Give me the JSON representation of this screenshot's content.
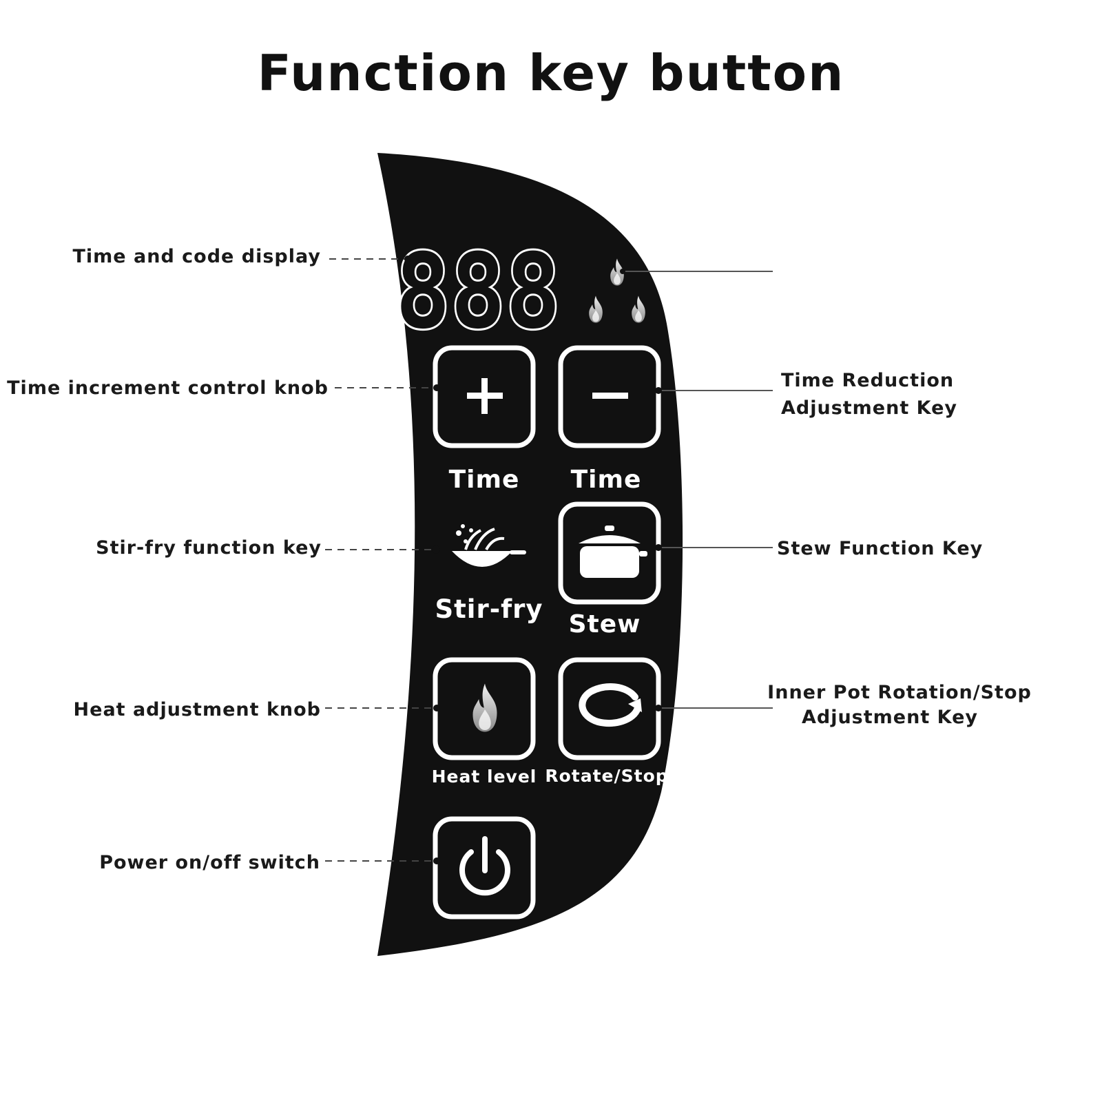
{
  "title": "Function key button",
  "display": {
    "digits": "888"
  },
  "callouts": {
    "time_code_display": "Time and code display",
    "time_increment": "Time increment control knob",
    "time_reduction_line1": "Time Reduction",
    "time_reduction_line2": "Adjustment Key",
    "stirfry_function": "Stir-fry function key",
    "stew_function": "Stew Function Key",
    "heat_adjustment": "Heat adjustment knob",
    "rotation_line1": "Inner Pot Rotation/Stop",
    "rotation_line2": "Adjustment Key",
    "power_switch": "Power on/off switch"
  },
  "keys": {
    "time_plus": "Time",
    "time_minus": "Time",
    "stirfry": "Stir-fry",
    "stew": "Stew",
    "heat_level": "Heat level",
    "rotate_stop": "Rotate/Stop"
  },
  "colors": {
    "panel": "#111111",
    "key_outline": "#ffffff",
    "flame": "#cfcfcf",
    "text": "#1a1a1a"
  },
  "icons": {
    "plus": "plus-icon",
    "minus": "minus-icon",
    "stirfry": "wok-icon",
    "stew": "pot-icon",
    "heat": "flame-icon",
    "rotate": "rotate-icon",
    "power": "power-icon",
    "heat_indicator": "flame-indicator-icon"
  }
}
